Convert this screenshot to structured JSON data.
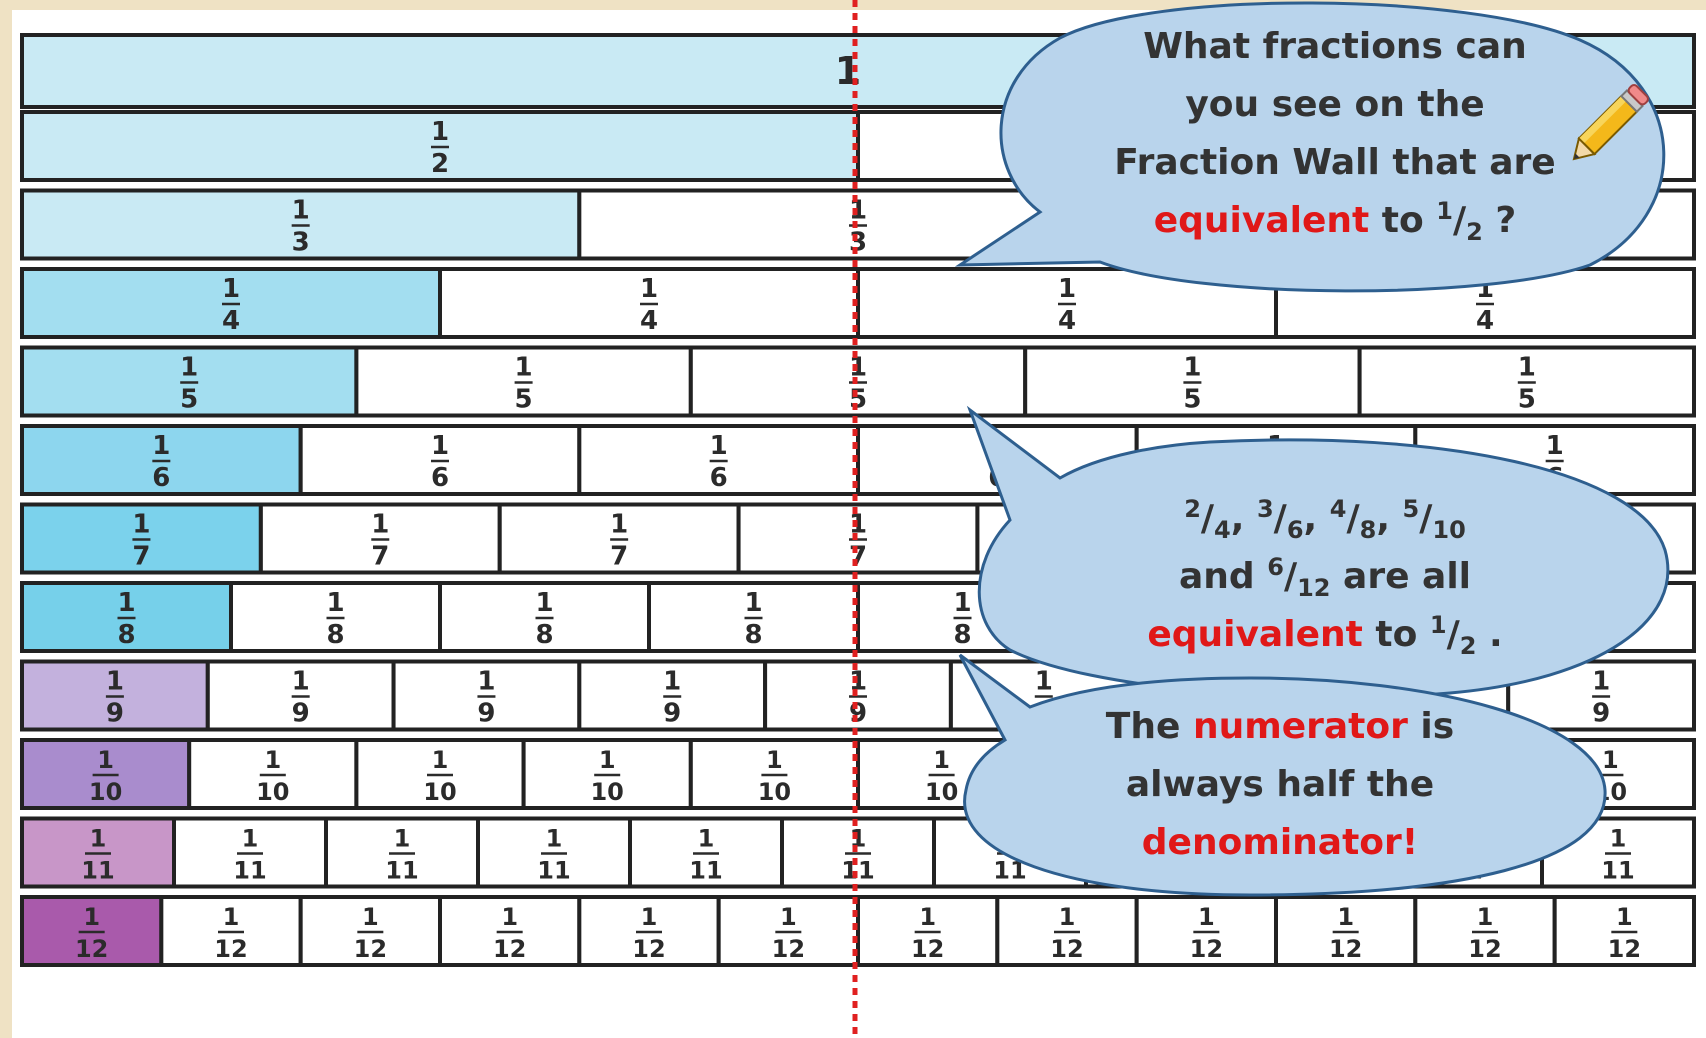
{
  "fraction_wall": {
    "whole_label": "1",
    "rows": [
      {
        "numerator": "1",
        "denominator": "2",
        "parts": 2,
        "color": "#c9eaf4"
      },
      {
        "numerator": "1",
        "denominator": "3",
        "parts": 3,
        "color": "#c9eaf4"
      },
      {
        "numerator": "1",
        "denominator": "4",
        "parts": 4,
        "color": "#a3def0"
      },
      {
        "numerator": "1",
        "denominator": "5",
        "parts": 5,
        "color": "#a3def0"
      },
      {
        "numerator": "1",
        "denominator": "6",
        "parts": 6,
        "color": "#8dd6ee"
      },
      {
        "numerator": "1",
        "denominator": "7",
        "parts": 7,
        "color": "#7bd2ec"
      },
      {
        "numerator": "1",
        "denominator": "8",
        "parts": 8,
        "color": "#76d0ea"
      },
      {
        "numerator": "1",
        "denominator": "9",
        "parts": 9,
        "color": "#c3b1dd"
      },
      {
        "numerator": "1",
        "denominator": "10",
        "parts": 10,
        "color": "#a98ccd"
      },
      {
        "numerator": "1",
        "denominator": "11",
        "parts": 11,
        "color": "#c896c8"
      },
      {
        "numerator": "1",
        "denominator": "12",
        "parts": 12,
        "color": "#a95aab"
      }
    ],
    "whole_color": "#c9eaf4",
    "border_color": "#222222",
    "halfway_line_color": "#e02020"
  },
  "bubble1": {
    "line1": "What fractions can",
    "line2": "you see on the",
    "line3": "Fraction Wall that are",
    "keyword": "equivalent",
    "to": "to",
    "num": "1",
    "den": "2",
    "end": "?"
  },
  "bubble2": {
    "f1n": "2",
    "f1d": "4",
    "f2n": "3",
    "f2d": "6",
    "f3n": "4",
    "f3d": "8",
    "f4n": "5",
    "f4d": "10",
    "and": "and",
    "f5n": "6",
    "f5d": "12",
    "are_all": "are all",
    "keyword": "equivalent",
    "to": "to",
    "num": "1",
    "den": "2",
    "end": "."
  },
  "bubble3": {
    "the": "The",
    "keyword1": "numerator",
    "is": "is",
    "line2": "always half the",
    "keyword2": "denominator!"
  },
  "colors": {
    "bubble_fill": "#b9d4ec",
    "bubble_stroke": "#2e5f8f",
    "keyword_red": "#e01818",
    "text_dark": "#333333",
    "background": "#efe2c4"
  },
  "icons": {
    "pencil": "pencil-icon"
  }
}
